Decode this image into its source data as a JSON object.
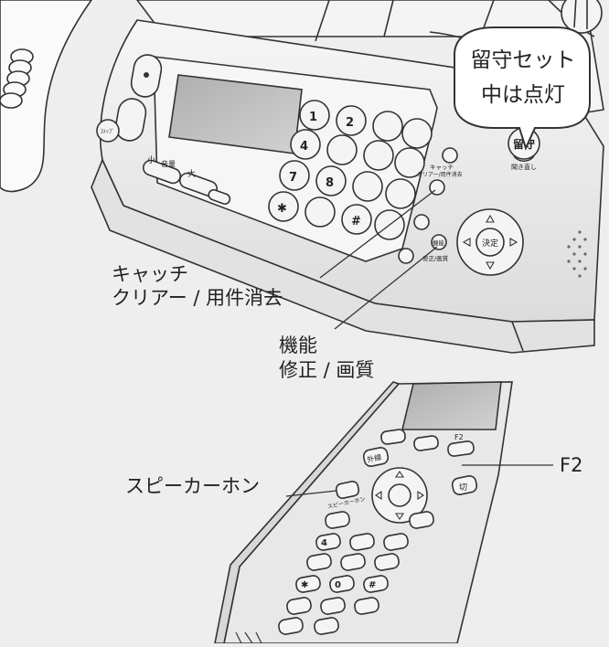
{
  "bubble": {
    "line1": "留守セット",
    "line2": "中は点灯"
  },
  "base": {
    "stop_key": "ｽﾄｯﾌﾟ",
    "volume_small": "小",
    "volume_label": "音量",
    "volume_large": "大",
    "keys": {
      "k1": "1",
      "k2": "2",
      "k4": "4",
      "k7": "7",
      "k8": "8",
      "star": "✱",
      "hash": "#"
    },
    "catch_key_label": {
      "line1": "キャッチ",
      "line2": "クリアー/用件消去"
    },
    "function_key": {
      "top": "機能",
      "label": "修正/画質"
    },
    "kettei": "決定",
    "rusu_key": {
      "main": "留守",
      "sub": "聞き直し"
    }
  },
  "handset": {
    "gaisen": "外線",
    "kiru": "切",
    "f2_key": "F2",
    "speaker_key_label": "スピーカーホン",
    "keys": {
      "k4": "4",
      "k0": "0",
      "star": "✱",
      "hash": "#"
    }
  },
  "callouts": {
    "catch": {
      "line1": "キャッチ",
      "line2": "クリアー / 用件消去"
    },
    "function": {
      "line1": "機能",
      "line2": "修正 / 画質"
    },
    "speaker": "スピーカーホン",
    "f2": "F2"
  },
  "colors": {
    "background": "#eeeeee",
    "device_body": "#e9e9e9",
    "outline": "#333333",
    "screen": "#bdbdbd"
  }
}
